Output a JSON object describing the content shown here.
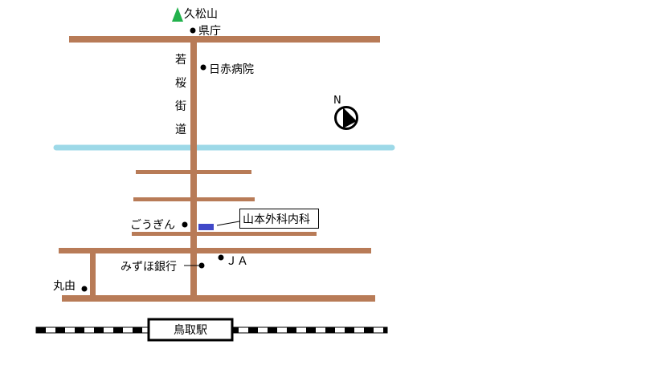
{
  "colors": {
    "road": "#B87B57",
    "river": "#9DD9E8",
    "mountain": "#22B14C",
    "clinic": "#4048C8"
  },
  "labels": {
    "mountain": "久松山",
    "prefecture_office": "県庁",
    "red_cross_hospital": "日赤病院",
    "street_name": [
      "若",
      "桜",
      "街",
      "道"
    ],
    "north": "N",
    "gougin": "ごうぎん",
    "clinic": "山本外科内科",
    "ja": "ＪＡ",
    "mizuho": "みずほ銀行",
    "maruyoshi": "丸由",
    "station": "鳥取駅"
  }
}
